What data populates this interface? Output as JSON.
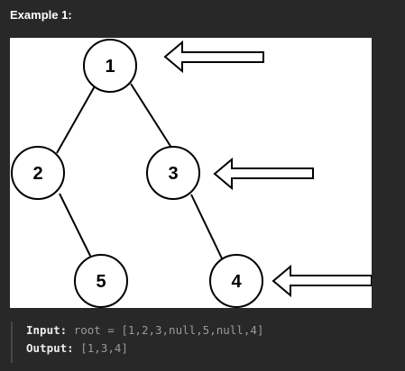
{
  "heading": "Example 1:",
  "tree": {
    "nodes": {
      "root": "1",
      "left": "2",
      "right": "3",
      "left_right": "5",
      "right_right": "4"
    },
    "arrows": [
      "right-side-view-arrow",
      "right-side-view-arrow",
      "right-side-view-arrow"
    ]
  },
  "example": {
    "input_label": "Input:",
    "input_value": "root = [1,2,3,null,5,null,4]",
    "output_label": "Output:",
    "output_value": "[1,3,4]"
  },
  "colors": {
    "page_background": "#282828",
    "diagram_background": "#ffffff",
    "diagram_stroke": "#000000"
  }
}
